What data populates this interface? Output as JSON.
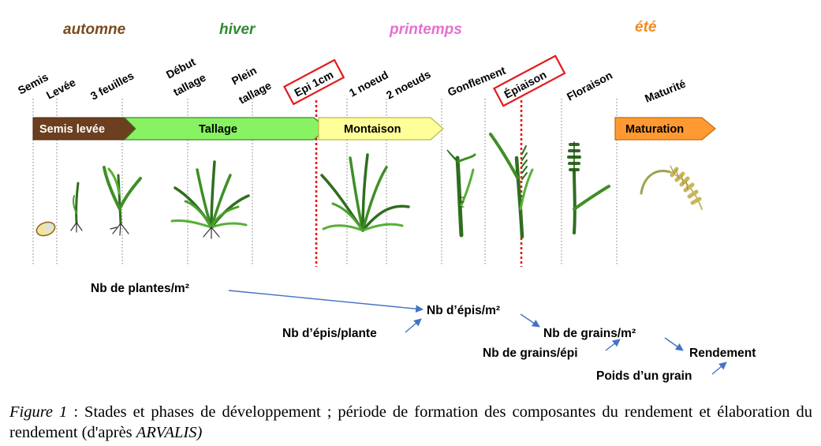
{
  "seasons": [
    {
      "label": "automne",
      "color": "#7a4a1d"
    },
    {
      "label": "hiver",
      "color": "#2f8a2f"
    },
    {
      "label": "printemps",
      "color": "#e66fd0"
    },
    {
      "label": "été",
      "color": "#f28a1e"
    }
  ],
  "stages": {
    "semis": "Semis",
    "levee": "Levée",
    "trois_feuilles": "3 feuilles",
    "debut_tallage_1": "Début",
    "debut_tallage_2": "tallage",
    "plein_tallage_1": "Plein",
    "plein_tallage_2": "tallage",
    "epi_1cm": "Epi 1cm",
    "un_noeud": "1 noeud",
    "deux_noeuds": "2 noeuds",
    "gonflement": "Gonflement",
    "epiaison": "Épiaison",
    "floraison": "Floraison",
    "maturite": "Maturité"
  },
  "phases": [
    {
      "label": "Semis levée",
      "fill": "#6b3f1f",
      "text_color": "#ffffff"
    },
    {
      "label": "Tallage",
      "fill": "#88f263",
      "text_color": "#000000"
    },
    {
      "label": "Montaison",
      "fill": "#ffff99",
      "text_color": "#000000"
    },
    {
      "label": "Maturation",
      "fill": "#ff9a33",
      "text_color": "#000000"
    }
  ],
  "components": {
    "plantes_m2": "Nb de plantes/m²",
    "epis_m2": "Nb d’épis/m²",
    "epis_plante": "Nb d’épis/plante",
    "grains_m2": "Nb de grains/m²",
    "grains_epi": "Nb de grains/épi",
    "rendement": "Rendement",
    "poids_grain": "Poids d’un grain"
  },
  "highlight_color": "#e31a1a",
  "arrow_color": "#4472c4",
  "caption": {
    "prefix": "Figure 1",
    "text": " : Stades et phases de développement ; période de formation des composantes du rendement et élaboration du rendement (d'après ",
    "source": "ARVALIS)"
  }
}
